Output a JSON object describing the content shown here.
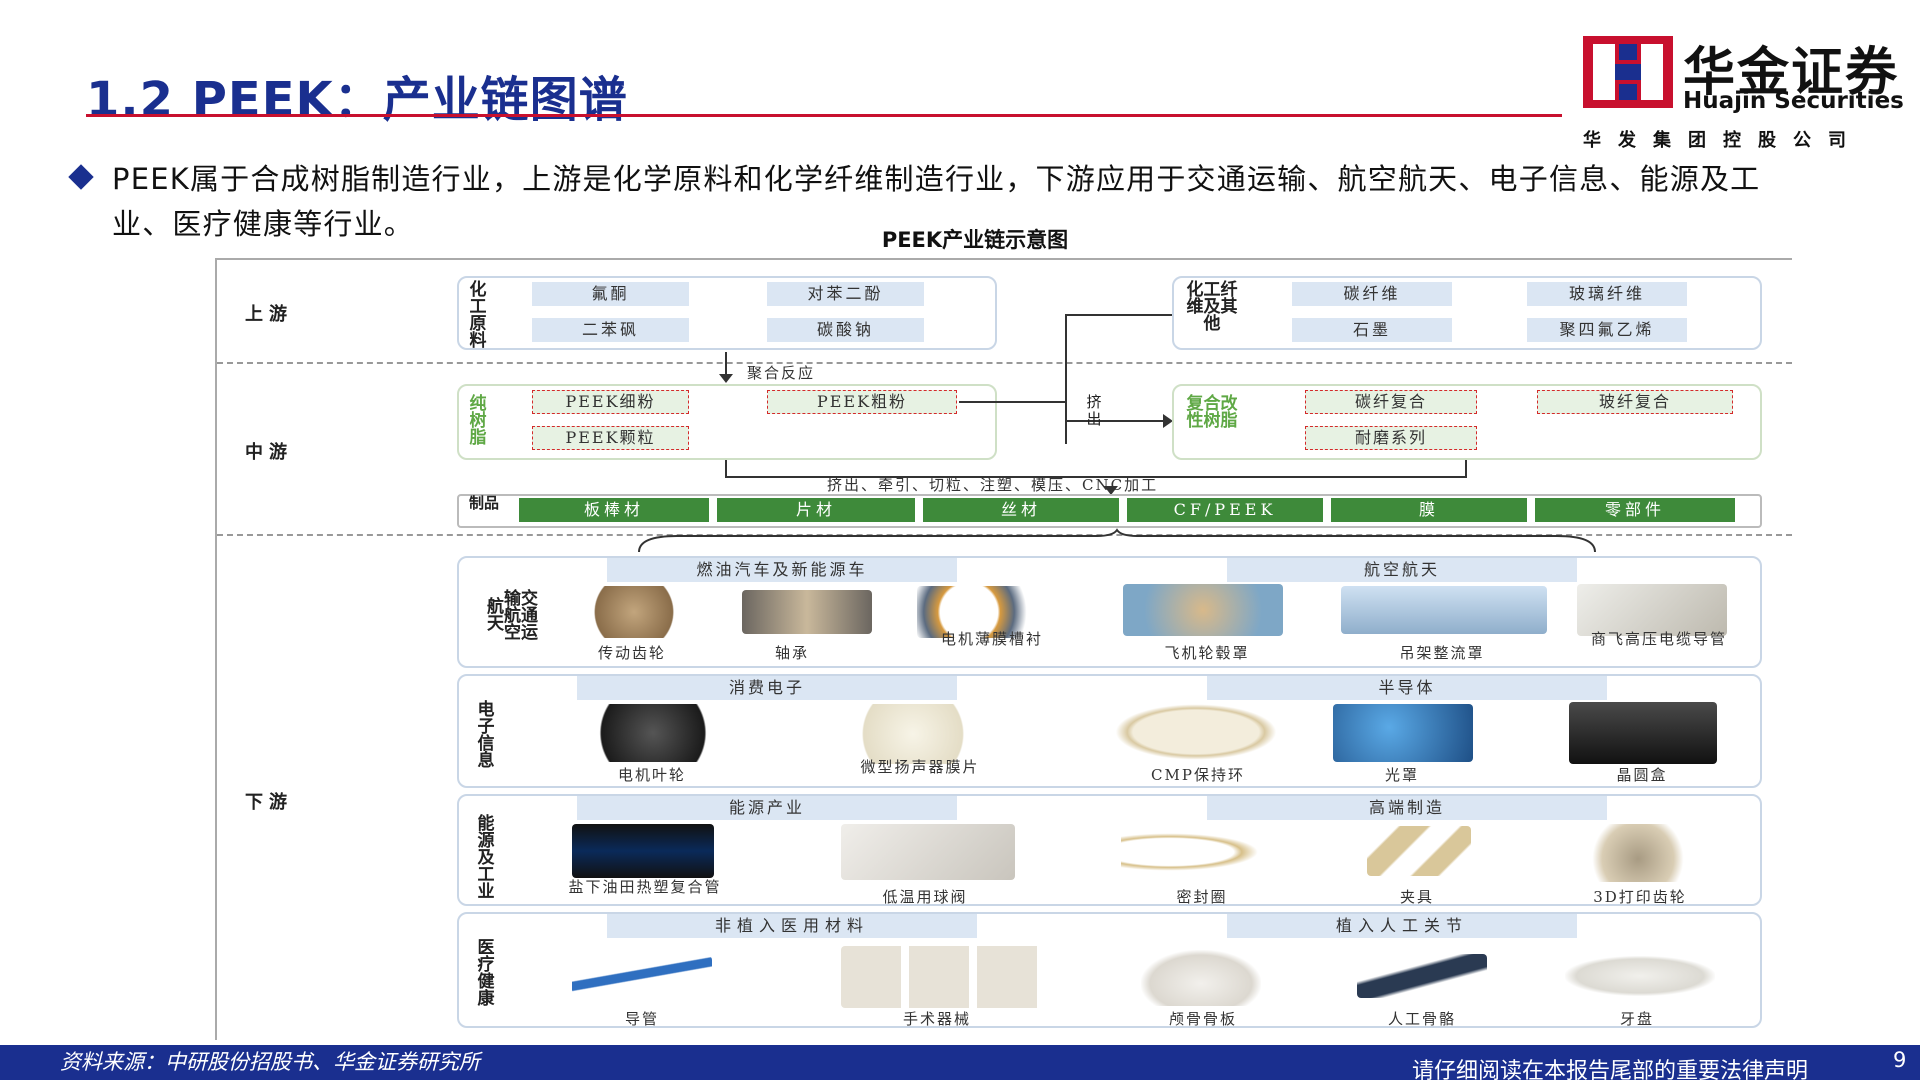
{
  "header": {
    "title": "1.2 PEEK：产业链图谱",
    "logo_cn": "华金证券",
    "logo_en": "Huajin Securities",
    "logo_sub": "华发集团控股公司"
  },
  "intro": {
    "line1": "PEEK属于合成树脂制造行业，上游是化学原料和化学纤维制造行业，下游应用于交通运输、航空航天、电子信息、能源及工",
    "line2": "业、医疗健康等行业。"
  },
  "figure": {
    "title": "PEEK产业链示意图",
    "stages": {
      "upstream": "上游",
      "midstream": "中游",
      "downstream": "下游"
    },
    "upstream": {
      "chem_raw": {
        "label": "化工原料",
        "items": [
          "氟酮",
          "对苯二酚",
          "二苯砜",
          "碳酸钠"
        ]
      },
      "fiber": {
        "label": "化工纤维及其他",
        "items": [
          "碳纤维",
          "玻璃纤维",
          "石墨",
          "聚四氟乙烯"
        ]
      }
    },
    "midstream": {
      "reaction": "聚合反应",
      "pure_resin": {
        "label": "纯树脂",
        "items": [
          "PEEK细粉",
          "PEEK粗粉",
          "PEEK颗粒"
        ]
      },
      "extrude": "挤出",
      "composite": {
        "label": "复合改性树脂",
        "items": [
          "碳纤复合",
          "玻纤复合",
          "耐磨系列"
        ]
      },
      "process": "挤出、牵引、切粒、注塑、模压、CNC加工",
      "products_label": "制品",
      "products": [
        "板棒材",
        "片材",
        "丝材",
        "CF/PEEK",
        "膜",
        "零部件"
      ]
    },
    "downstream": {
      "transport": {
        "label": "交通运输航空航天",
        "groups": [
          "燃油汽车及新能源车",
          "航空航天"
        ],
        "items": [
          "传动齿轮",
          "轴承",
          "电机薄膜槽衬",
          "飞机轮毂罩",
          "吊架整流罩",
          "商飞高压电缆导管"
        ]
      },
      "electronics": {
        "label": "电子信息",
        "groups": [
          "消费电子",
          "半导体"
        ],
        "items": [
          "电机叶轮",
          "微型扬声器膜片",
          "CMP保持环",
          "光罩",
          "晶圆盒"
        ]
      },
      "energy": {
        "label": "能源及工业",
        "groups": [
          "能源产业",
          "高端制造"
        ],
        "items": [
          "盐下油田热塑复合管",
          "低温用球阀",
          "密封圈",
          "夹具",
          "3D打印齿轮"
        ]
      },
      "medical": {
        "label": "医疗健康",
        "groups": [
          "非植入医用材料",
          "植入人工关节"
        ],
        "items": [
          "导管",
          "手术器械",
          "颅骨骨板",
          "人工骨骼",
          "牙盘"
        ]
      }
    }
  },
  "footer": {
    "source": "资料来源：中研股份招股书、华金证券研究所",
    "disclaimer": "请仔细阅读在本报告尾部的重要法律声明",
    "page": "9"
  },
  "colors": {
    "brand_blue": "#1a2f8f",
    "accent_red": "#c8102e",
    "product_green": "#3e8a3a"
  }
}
